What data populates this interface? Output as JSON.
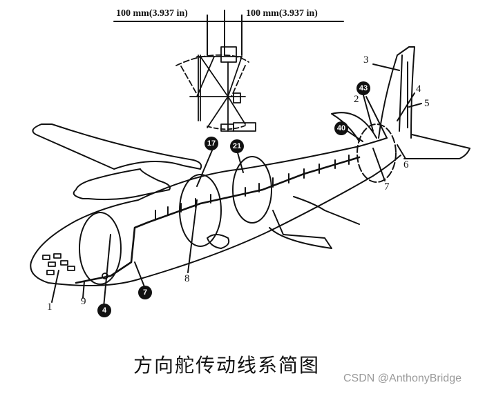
{
  "diagram": {
    "title": "方向舵传动线系简图",
    "dimension_left": "100 mm(3.937 in)",
    "dimension_right": "100 mm(3.937 in)",
    "callouts_plain": [
      {
        "id": "1",
        "label": "1"
      },
      {
        "id": "2",
        "label": "2"
      },
      {
        "id": "3",
        "label": "3"
      },
      {
        "id": "4",
        "label": "4"
      },
      {
        "id": "5",
        "label": "5"
      },
      {
        "id": "6",
        "label": "6"
      },
      {
        "id": "7",
        "label": "7"
      },
      {
        "id": "8",
        "label": "8"
      },
      {
        "id": "9",
        "label": "9"
      }
    ],
    "callouts_station": [
      {
        "id": "st4",
        "label": "4"
      },
      {
        "id": "st7",
        "label": "7"
      },
      {
        "id": "st17",
        "label": "17"
      },
      {
        "id": "st21",
        "label": "21"
      },
      {
        "id": "st40",
        "label": "40"
      },
      {
        "id": "st43",
        "label": "43"
      }
    ]
  },
  "watermark": "CSDN @AnthonyBridge"
}
